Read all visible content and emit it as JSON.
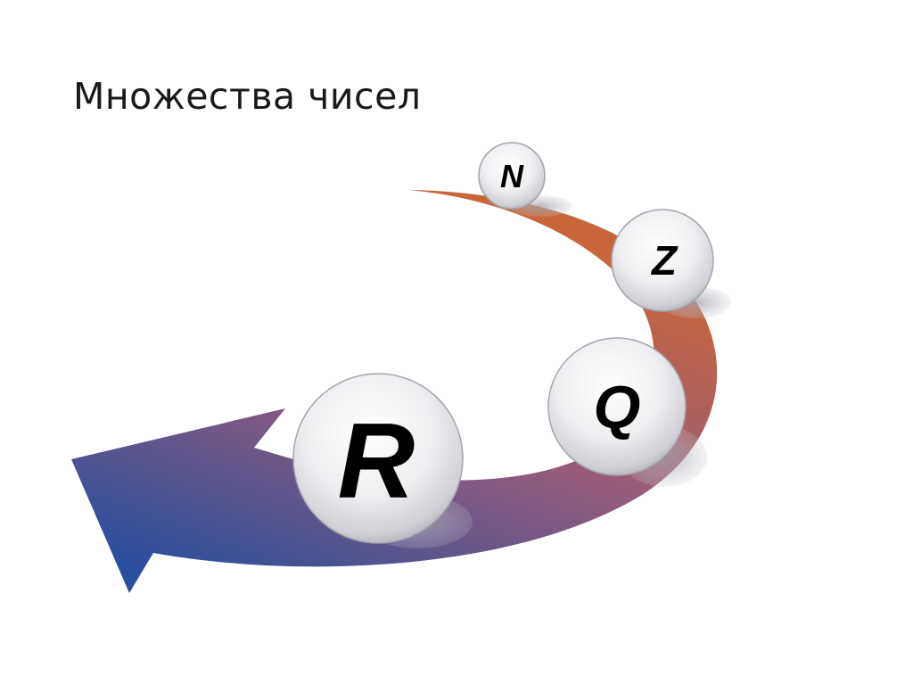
{
  "slide": {
    "title": "Множества чисел"
  },
  "sets": [
    {
      "id": "n",
      "label": "N"
    },
    {
      "id": "z",
      "label": "Z"
    },
    {
      "id": "q",
      "label": "Q"
    },
    {
      "id": "r",
      "label": "R"
    }
  ],
  "colors": {
    "arrow_start": "#c8663a",
    "arrow_mid": "#9a5a7a",
    "arrow_end": "#2a4f9e",
    "ball_light": "#ffffff",
    "ball_dark": "#c9c9cf",
    "shadow": "#b9b9c2"
  }
}
